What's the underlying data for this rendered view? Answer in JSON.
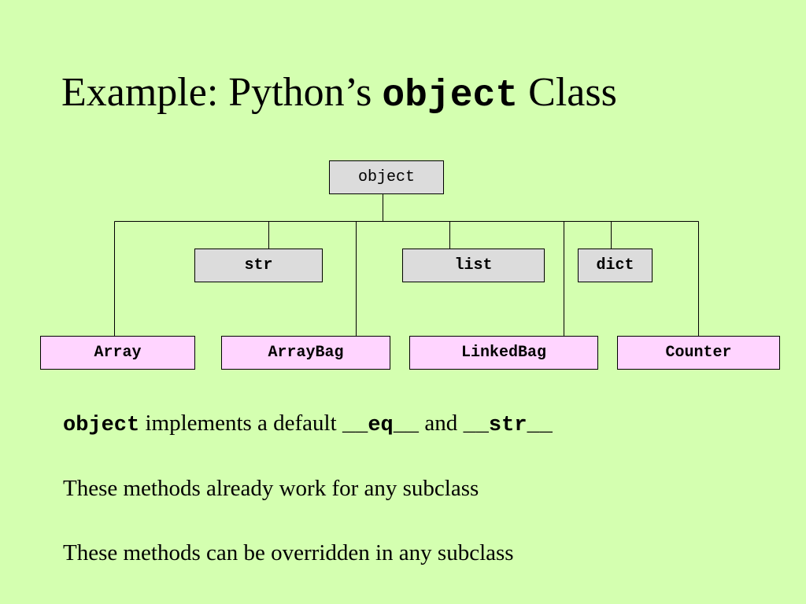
{
  "slide": {
    "title_prefix": "Example: Python’s ",
    "title_code": "object",
    "title_suffix": " Class"
  },
  "diagram": {
    "nodes": {
      "object": "object",
      "str": "str",
      "list": "list",
      "dict": "dict",
      "array": "Array",
      "arraybag": "ArrayBag",
      "linkedbag": "LinkedBag",
      "counter": "Counter"
    },
    "colors": {
      "background": "#d4ffb0",
      "builtin_box": "#dcdcdc",
      "user_box": "#ffd4ff"
    }
  },
  "notes": {
    "line1": {
      "code1": "object",
      "text1": " implements a default ",
      "code2": "__eq__",
      "text2": " and ",
      "code3": "__str__"
    },
    "line2": "These methods already work for any subclass",
    "line3": "These methods can be overridden in any subclass"
  }
}
